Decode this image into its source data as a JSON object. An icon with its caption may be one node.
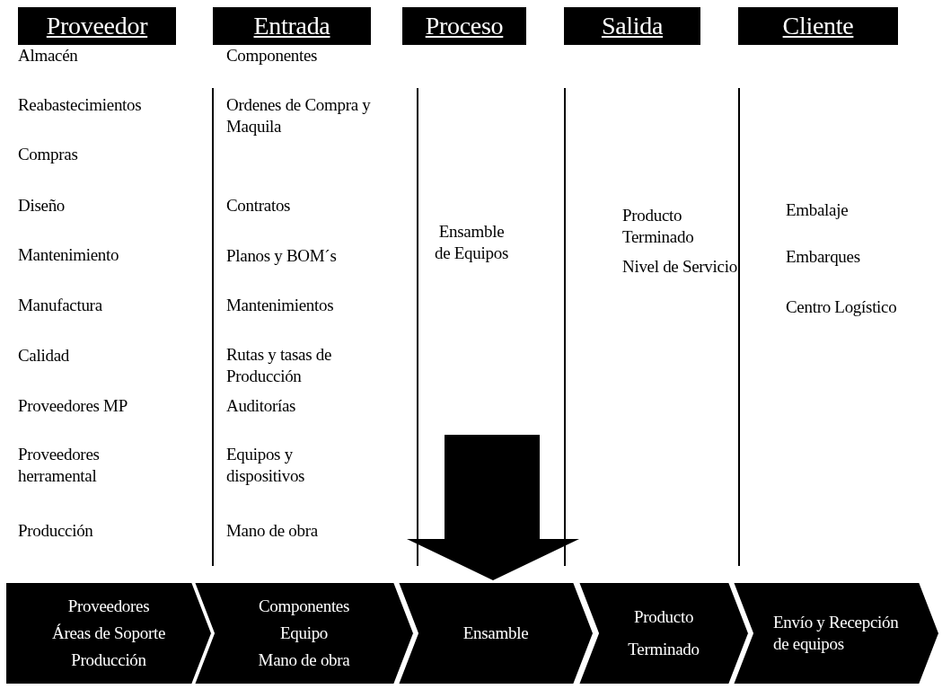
{
  "diagram": {
    "nodes": [
      {
        "text": [
          "Proveedor"
        ]
      },
      {
        "text": [
          "Entrada"
        ]
      },
      {
        "text": [
          "Proceso"
        ]
      },
      {
        "text": [
          "Salida"
        ]
      },
      {
        "text": [
          "Cliente"
        ]
      },
      {
        "text": [
          "Proveedores",
          "Áreas de Soporte",
          "Producción"
        ]
      },
      {
        "text": [
          "Componentes",
          "Equipo",
          "Mano de obra"
        ]
      },
      {
        "text": [
          "Ensamble"
        ]
      },
      {
        "text": [
          "Producto",
          "Terminado"
        ]
      },
      {
        "text": [
          "Envío y Recepción de equipos"
        ]
      }
    ],
    "labels": [
      "Almacén",
      "Reabastecimientos",
      "Compras",
      "Diseño",
      "Mantenimiento",
      "Manufactura",
      "Calidad",
      "Proveedores MP",
      "Proveedores herramental",
      "Producción",
      "Componentes",
      "Ordenes de Compra y Maquila",
      "Contratos",
      "Planos y BOM´s",
      "Mantenimientos",
      "Rutas y tasas de Producción",
      "Auditorías",
      "Equipos y dispositivos",
      "Mano de obra",
      "Ensamble de Equipos",
      "Producto Terminado",
      "Nivel de Servicio",
      "Embalaje",
      "Embarques",
      "Centro Logístico"
    ]
  }
}
